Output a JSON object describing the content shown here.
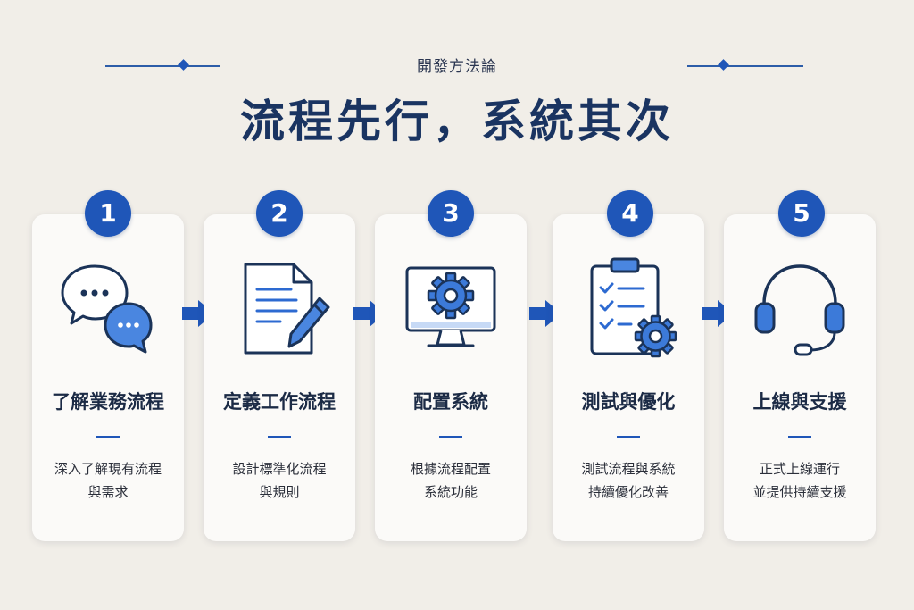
{
  "header": {
    "eyebrow": "開發方法論",
    "title": "流程先行，系統其次"
  },
  "colors": {
    "background": "#f1eee8",
    "accent": "#1f56b8",
    "title": "#1a3461"
  },
  "steps": [
    {
      "number": "1",
      "icon": "chat-bubbles-icon",
      "title": "了解業務流程",
      "desc_lines": [
        "深入了解現有流程",
        "與需求"
      ]
    },
    {
      "number": "2",
      "icon": "document-pen-icon",
      "title": "定義工作流程",
      "desc_lines": [
        "設計標準化流程",
        "與規則"
      ]
    },
    {
      "number": "3",
      "icon": "monitor-gear-icon",
      "title": "配置系統",
      "desc_lines": [
        "根據流程配置",
        "系統功能"
      ]
    },
    {
      "number": "4",
      "icon": "checklist-gear-icon",
      "title": "測試與優化",
      "desc_lines": [
        "測試流程與系統",
        "持續優化改善"
      ]
    },
    {
      "number": "5",
      "icon": "headset-icon",
      "title": "上線與支援",
      "desc_lines": [
        "正式上線運行",
        "並提供持續支援"
      ]
    }
  ]
}
